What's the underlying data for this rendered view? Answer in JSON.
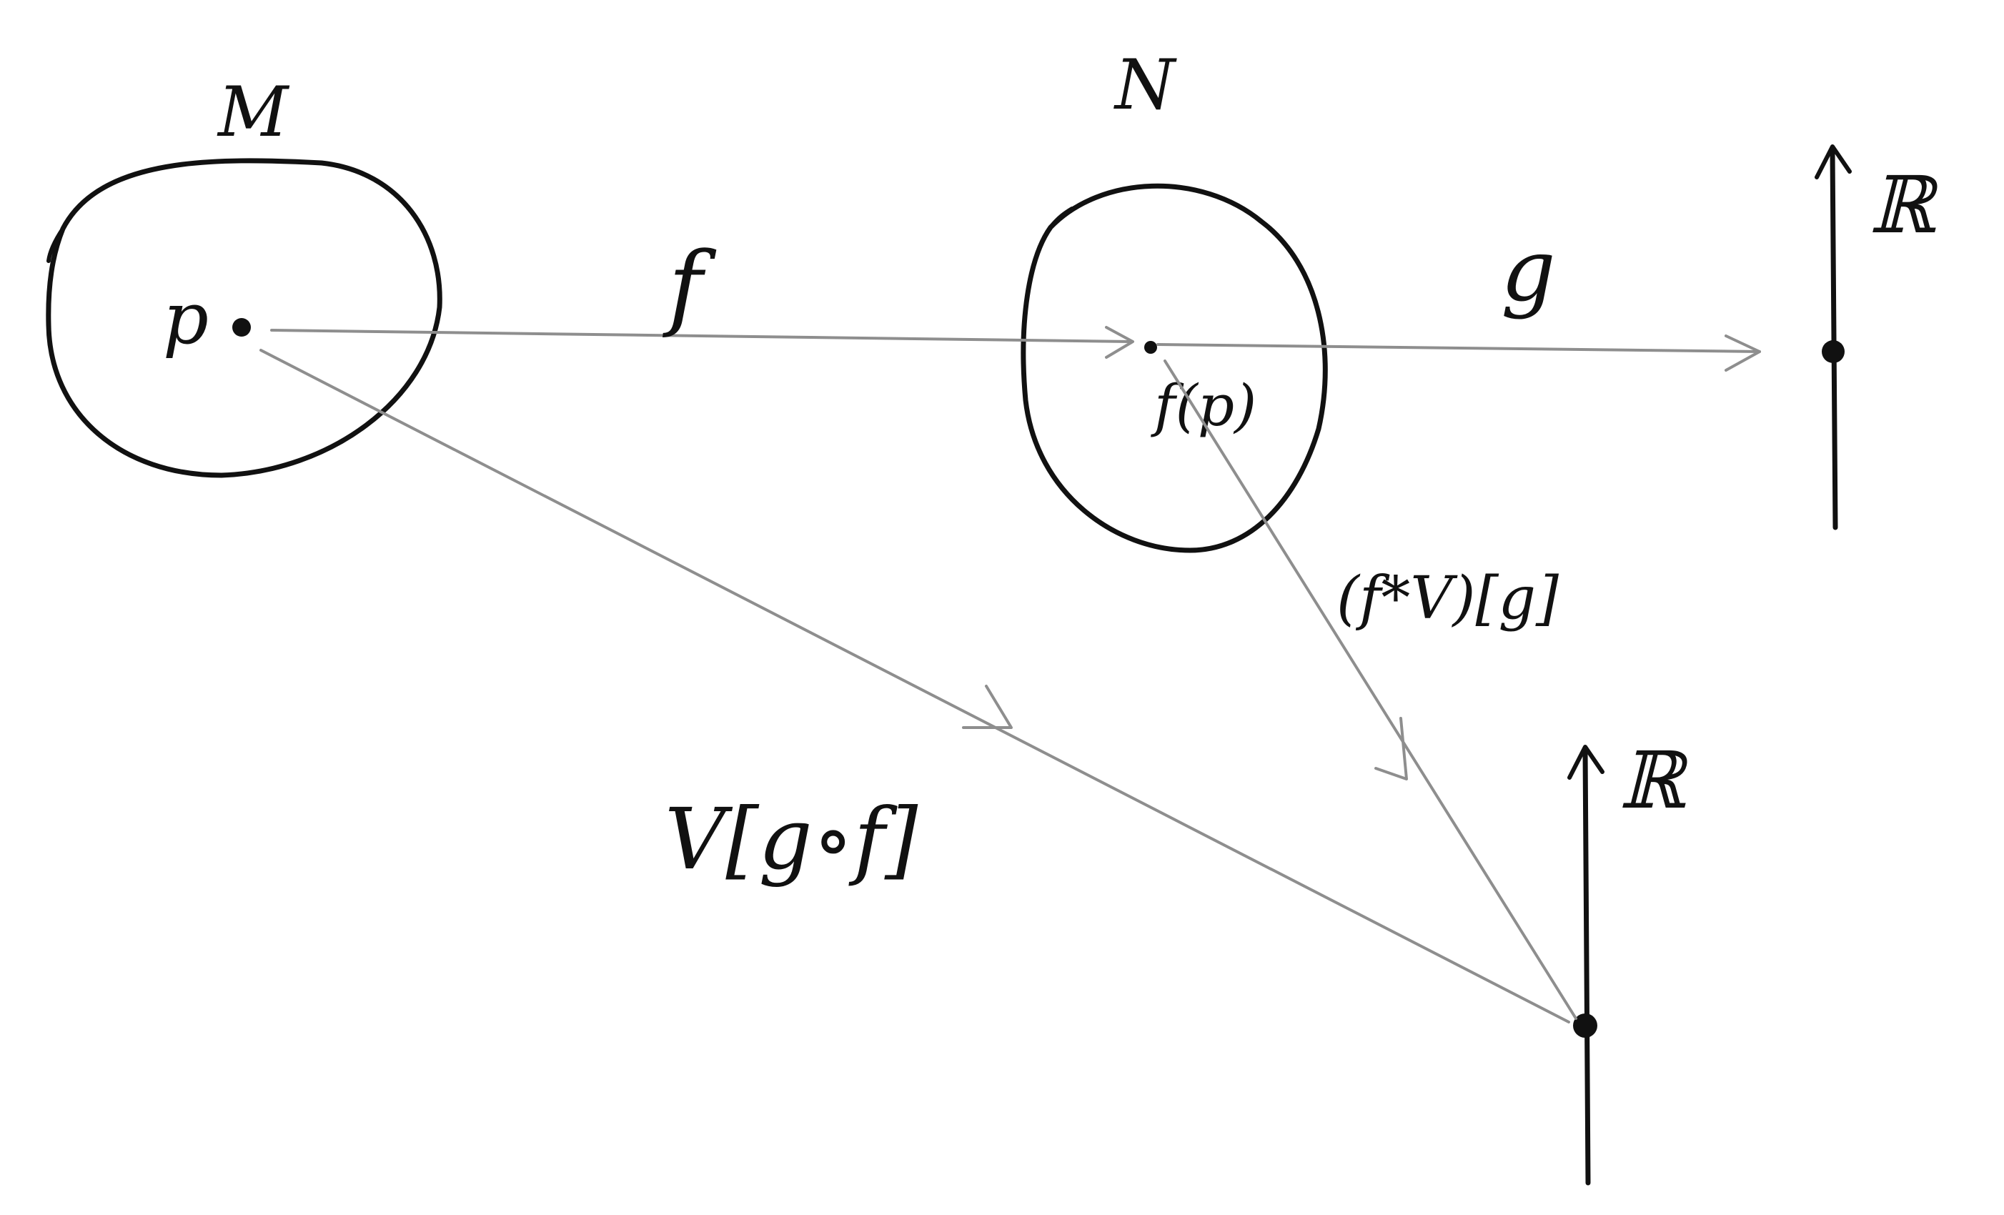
{
  "labels": {
    "manifold_m": "M",
    "manifold_n": "N",
    "point_p": "p",
    "point_fp": "f(p)",
    "map_f": "f",
    "map_g": "g",
    "pushforward": "(f*V)[g]",
    "composite": "V[g∘f]",
    "reals_top": "ℝ",
    "reals_bottom": "ℝ"
  },
  "colors": {
    "ink": "#111111",
    "pencil": "#8e8e8e",
    "paper": "#ffffff"
  }
}
